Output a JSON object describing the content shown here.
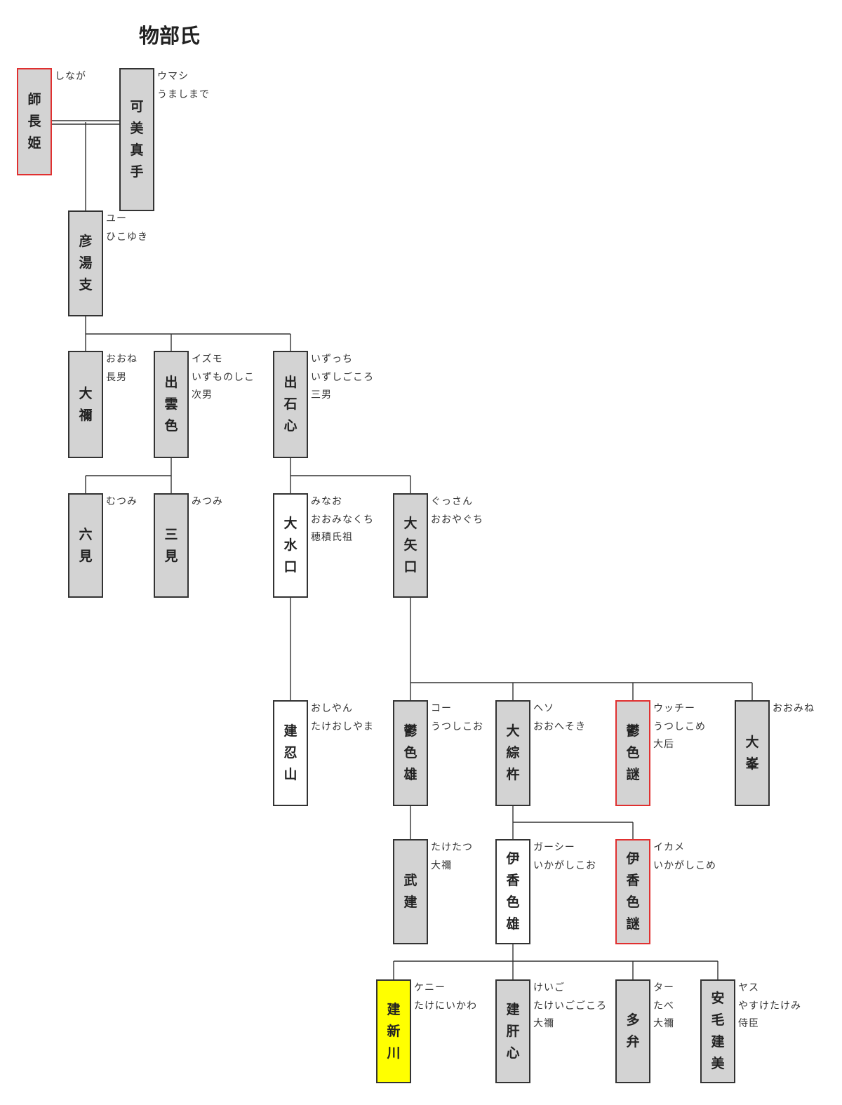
{
  "title": "物部氏",
  "colors": {
    "gray": "#d3d3d3",
    "white": "#ffffff",
    "yellow": "#ffff00",
    "red_border": "#e03030",
    "line": "#333333"
  },
  "people": [
    {
      "id": "shinaga",
      "name": "師長姫",
      "notes": [
        "しなが"
      ],
      "fill": "gray",
      "outline": "red"
    },
    {
      "id": "umashimade",
      "name": "可美真手",
      "notes": [
        "ウマシ",
        "うましまで"
      ],
      "fill": "gray",
      "outline": "black"
    },
    {
      "id": "hikoyuki",
      "name": "彦湯支",
      "notes": [
        "ユー",
        "ひこゆき"
      ],
      "fill": "gray",
      "outline": "black"
    },
    {
      "id": "oone",
      "name": "大禰",
      "notes": [
        "おおね",
        "長男"
      ],
      "fill": "gray",
      "outline": "black"
    },
    {
      "id": "izumo",
      "name": "出雲色",
      "notes": [
        "イズモ",
        "いずものしこ",
        "次男"
      ],
      "fill": "gray",
      "outline": "black"
    },
    {
      "id": "izucchi",
      "name": "出石心",
      "notes": [
        "いずっち",
        "いずしごころ",
        "三男"
      ],
      "fill": "gray",
      "outline": "black"
    },
    {
      "id": "mutsumi",
      "name": "六見",
      "notes": [
        "むつみ"
      ],
      "fill": "gray",
      "outline": "black"
    },
    {
      "id": "mitsumi",
      "name": "三見",
      "notes": [
        "みつみ"
      ],
      "fill": "gray",
      "outline": "black"
    },
    {
      "id": "minao",
      "name": "大水口",
      "notes": [
        "みなお",
        "おおみなくち",
        "穂積氏祖"
      ],
      "fill": "white",
      "outline": "black"
    },
    {
      "id": "gussan",
      "name": "大矢口",
      "notes": [
        "ぐっさん",
        "おおやぐち"
      ],
      "fill": "gray",
      "outline": "black"
    },
    {
      "id": "oshiyan",
      "name": "建忍山",
      "notes": [
        "おしやん",
        "たけおしやま"
      ],
      "fill": "white",
      "outline": "black"
    },
    {
      "id": "ko",
      "name": "鬱色雄",
      "notes": [
        "コー",
        "うつしこお"
      ],
      "fill": "gray",
      "outline": "black"
    },
    {
      "id": "heso",
      "name": "大綜杵",
      "notes": [
        "ヘソ",
        "おおへそき"
      ],
      "fill": "gray",
      "outline": "black"
    },
    {
      "id": "ucchi",
      "name": "鬱色謎",
      "notes": [
        "ウッチー",
        "うつしこめ",
        "大后"
      ],
      "fill": "gray",
      "outline": "red"
    },
    {
      "id": "oomine",
      "name": "大峯",
      "notes": [
        "おおみね"
      ],
      "fill": "gray",
      "outline": "black"
    },
    {
      "id": "taketatsu",
      "name": "武建",
      "notes": [
        "たけたつ",
        "大禰"
      ],
      "fill": "gray",
      "outline": "black"
    },
    {
      "id": "gashi",
      "name": "伊香色雄",
      "notes": [
        "ガーシー",
        "いかがしこお"
      ],
      "fill": "white",
      "outline": "black"
    },
    {
      "id": "ikame",
      "name": "伊香色謎",
      "notes": [
        "イカメ",
        "いかがしこめ"
      ],
      "fill": "gray",
      "outline": "red"
    },
    {
      "id": "kenny",
      "name": "建新川",
      "notes": [
        "ケニー",
        "たけにいかわ"
      ],
      "fill": "yellow",
      "outline": "black"
    },
    {
      "id": "keigo",
      "name": "建肝心",
      "notes": [
        "けいご",
        "たけいごごころ",
        "大禰"
      ],
      "fill": "gray",
      "outline": "black"
    },
    {
      "id": "ta",
      "name": "多弁",
      "notes": [
        "ター",
        "たべ",
        "大禰"
      ],
      "fill": "gray",
      "outline": "black"
    },
    {
      "id": "yasu",
      "name": "安毛建美",
      "notes": [
        "ヤス",
        "やすけたけみ",
        "侍臣"
      ],
      "fill": "gray",
      "outline": "black"
    }
  ]
}
